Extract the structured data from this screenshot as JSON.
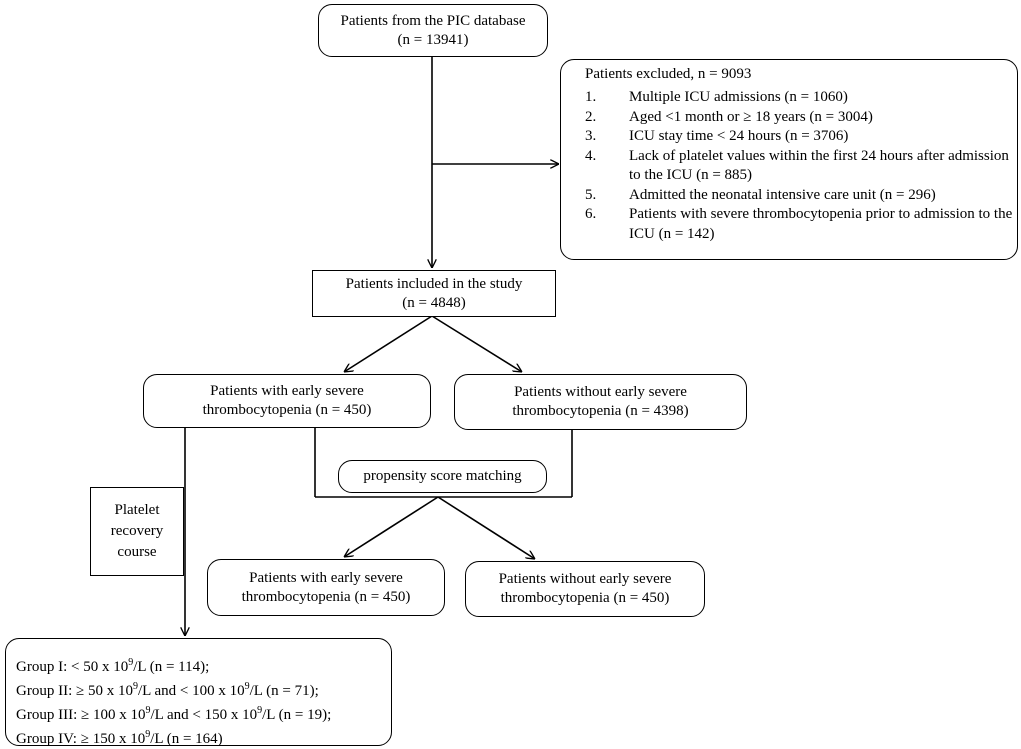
{
  "nodes": {
    "database": {
      "line1": "Patients from the PIC database",
      "line2": "(n = 13941)"
    },
    "excluded": {
      "title": "Patients excluded, n = 9093",
      "items": [
        {
          "num": "1.",
          "text": "Multiple ICU admissions (n = 1060)"
        },
        {
          "num": "2.",
          "text": "Aged <1 month or ≥ 18 years (n = 3004)"
        },
        {
          "num": "3.",
          "text": "ICU stay time < 24 hours (n = 3706)"
        },
        {
          "num": "4.",
          "text": "Lack of platelet values within the first 24 hours after admission to the ICU (n = 885)"
        },
        {
          "num": "5.",
          "text": "Admitted the neonatal intensive care unit (n = 296)"
        },
        {
          "num": "6.",
          "text": "Patients with severe thrombocytopenia prior to admission to the ICU  (n = 142)"
        }
      ]
    },
    "included": {
      "line1": "Patients included in the study",
      "line2": "(n = 4848)"
    },
    "with_early": {
      "line1": "Patients with early severe",
      "line2": "thrombocytopenia (n = 450)"
    },
    "without_early": {
      "line1": "Patients without early severe",
      "line2": "thrombocytopenia (n = 4398)"
    },
    "psm": {
      "label": "propensity score matching"
    },
    "matched_with": {
      "line1": "Patients with early severe",
      "line2": "thrombocytopenia (n = 450)"
    },
    "matched_without": {
      "line1": "Patients without early severe",
      "line2": "thrombocytopenia (n = 450)"
    },
    "recovery": {
      "line1": "Platelet",
      "line2": "recovery",
      "line3": "course"
    },
    "groups": {
      "items": [
        {
          "pre": "Group I: < 50 x 10",
          "sup": "9",
          "post": "/L  (n = 114);"
        },
        {
          "pre": "Group II: ≥ 50 x 10",
          "sup": "9",
          "post": "/L and < 100 x 10",
          "sup2": "9",
          "post2": "/L (n = 71);"
        },
        {
          "pre": "Group III: ≥ 100 x 10",
          "sup": "9",
          "post": "/L and < 150 x 10",
          "sup2": "9",
          "post2": "/L (n = 19);"
        },
        {
          "pre": "Group IV: ≥ 150 x 10",
          "sup": "9",
          "post": "/L (n = 164)"
        }
      ]
    }
  },
  "colors": {
    "stroke": "#000000",
    "background": "#ffffff"
  }
}
